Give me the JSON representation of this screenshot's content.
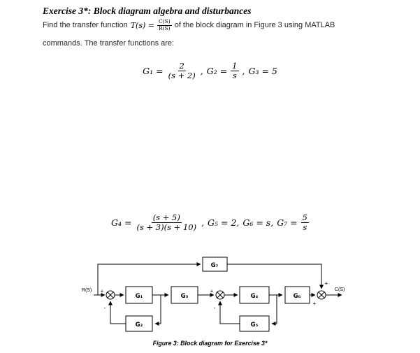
{
  "page": {
    "title": "Exercise 3*: Block diagram algebra and disturbances",
    "intro": {
      "text_before": "Find the transfer function",
      "tf_lhs": "T(s) =",
      "tf_num": "C(S)",
      "tf_den": "R(S)",
      "text_after": "of the block diagram in Figure 3 using MATLAB",
      "line2": "commands. The transfer functions are:"
    },
    "equation1": {
      "g1_lhs": "G₁ =",
      "g1_num": "2",
      "g1_den": "(s + 2)",
      "comma1": ",",
      "g2_lhs": "G₂ =",
      "g2_num": "1",
      "g2_den": "s",
      "comma2": ",",
      "g3": "G₃ = 5"
    },
    "equation2": {
      "g4_lhs": "G₄ =",
      "g4_num": "(s + 5)",
      "g4_den": "(s + 3)(s + 10)",
      "comma1": ",",
      "g5": "G₅ = 2,",
      "g6": "G₆ = s,",
      "g7_lhs": "G₇ =",
      "g7_num": "5",
      "g7_den": "s"
    },
    "figure": {
      "input_label": "R(S)",
      "output_label": "C(S)",
      "blocks": {
        "g1": "G₁",
        "g2": "G₂",
        "g3": "G₃",
        "g4": "G₄",
        "g5": "G₅",
        "g6": "G₆",
        "g7": "G₇"
      },
      "signs": {
        "sum1_input": "+",
        "sum1_feedback": "-",
        "sum2_input": "+",
        "sum2_feedback": "-",
        "sum3_top": "+",
        "sum3_input": "+"
      },
      "caption": "Figure 3: Block diagram for Exercise 3*"
    }
  }
}
